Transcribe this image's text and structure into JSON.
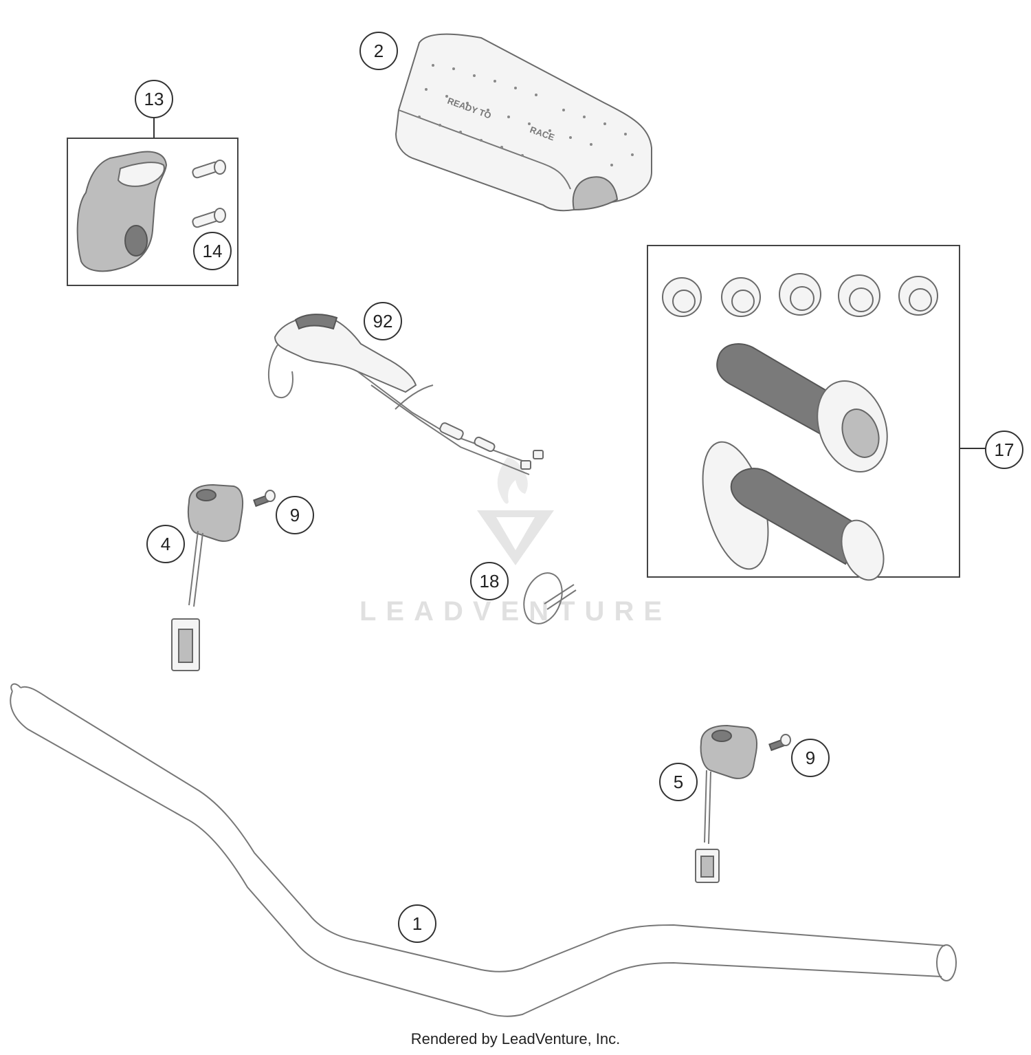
{
  "callouts": [
    {
      "id": "1",
      "label": "1"
    },
    {
      "id": "2",
      "label": "2"
    },
    {
      "id": "4",
      "label": "4"
    },
    {
      "id": "5",
      "label": "5"
    },
    {
      "id": "9a",
      "label": "9"
    },
    {
      "id": "9b",
      "label": "9"
    },
    {
      "id": "13",
      "label": "13"
    },
    {
      "id": "14",
      "label": "14"
    },
    {
      "id": "17",
      "label": "17"
    },
    {
      "id": "18",
      "label": "18"
    },
    {
      "id": "92",
      "label": "92"
    }
  ],
  "watermark": {
    "brand": "LEADVENTURE"
  },
  "pad_print": {
    "line1": "READY TO",
    "line2": "RACE"
  },
  "footer": {
    "credit": "Rendered by LeadVenture, Inc."
  }
}
